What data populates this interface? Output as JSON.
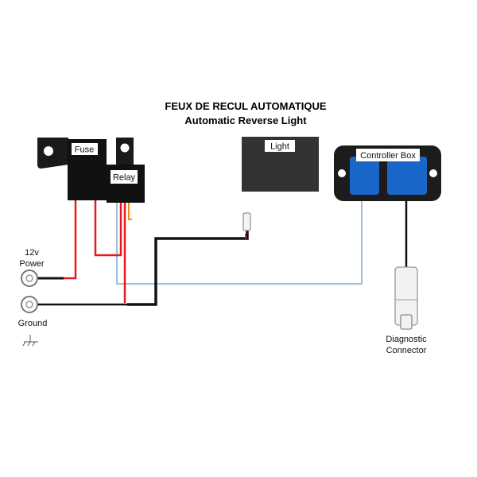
{
  "title": {
    "line1": "FEUX DE RECUL AUTOMATIQUE",
    "line2": "Automatic Reverse Light"
  },
  "components": {
    "fuse": "Fuse",
    "relay": "Relay",
    "light": "Light",
    "controller_box": "Controller Box",
    "power": [
      "12v",
      "Power"
    ],
    "ground": "Ground",
    "diagnostic_connector": [
      "Diagnostic",
      "Connector"
    ]
  },
  "colors": {
    "wire_red": "#e31b1b",
    "wire_black": "#111111",
    "wire_blue": "#8fb8de",
    "wire_orange": "#f08a1c",
    "controller_blue": "#1a67c9",
    "box_dark": "#222222"
  }
}
